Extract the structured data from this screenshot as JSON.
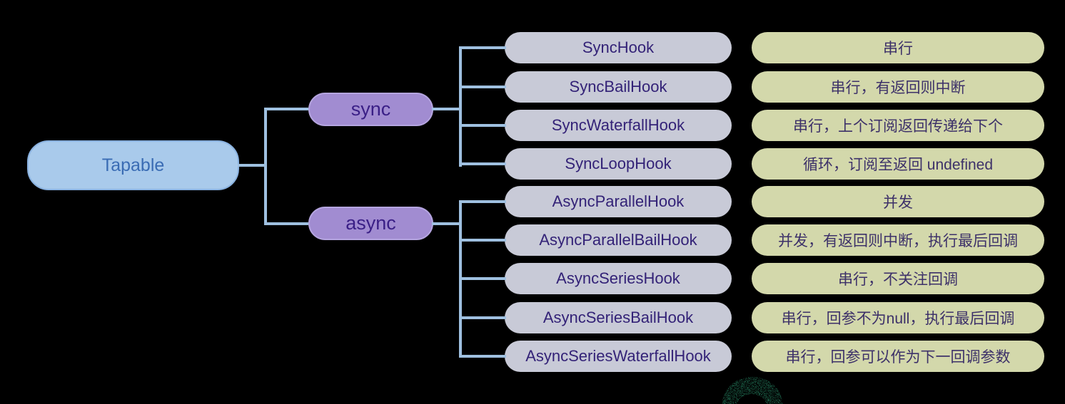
{
  "diagram": {
    "root": {
      "label": "Tapable"
    },
    "branches": [
      {
        "label": "sync",
        "children": [
          {
            "hook": "SyncHook",
            "desc": "串行"
          },
          {
            "hook": "SyncBailHook",
            "desc": "串行，有返回则中断"
          },
          {
            "hook": "SyncWaterfallHook",
            "desc": "串行，上个订阅返回传递给下个"
          },
          {
            "hook": "SyncLoopHook",
            "desc": "循环，订阅至返回 undefined"
          }
        ]
      },
      {
        "label": "async",
        "children": [
          {
            "hook": "AsyncParallelHook",
            "desc": "并发"
          },
          {
            "hook": "AsyncParallelBailHook",
            "desc": "并发，有返回则中断，执行最后回调"
          },
          {
            "hook": "AsyncSeriesHook",
            "desc": "串行，不关注回调"
          },
          {
            "hook": "AsyncSeriesBailHook",
            "desc": "串行，回参不为null，执行最后回调"
          },
          {
            "hook": "AsyncSeriesWaterfallHook",
            "desc": "串行，回参可以作为下一回调参数"
          }
        ]
      }
    ],
    "colors": {
      "background": "#000000",
      "root_fill": "#a9caeb",
      "root_text": "#3a6cb4",
      "branch_fill": "#a18cd1",
      "branch_text": "#3a1f86",
      "hook_fill": "#c8cad7",
      "hook_text": "#332277",
      "desc_fill": "#d3d8ab",
      "desc_text": "#3d3169",
      "connector": "#9fc0e0",
      "watermark": "#2a8f6a"
    }
  }
}
